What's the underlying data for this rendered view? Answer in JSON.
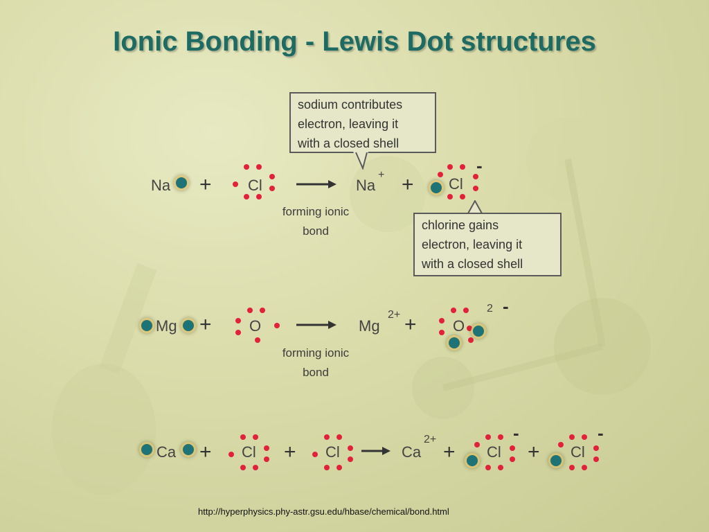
{
  "title": "Ionic Bonding - Lewis Dot structures",
  "callouts": {
    "sodium": [
      "sodium contributes",
      "electron, leaving it",
      "with a closed shell"
    ],
    "chlorine": [
      "chlorine gains",
      "electron, leaving it",
      "with a closed shell"
    ]
  },
  "labels": {
    "forming_bond_line1": "forming ionic",
    "forming_bond_line2": "bond"
  },
  "symbols": {
    "na": "Na",
    "cl": "Cl",
    "mg": "Mg",
    "o": "O",
    "ca": "Ca",
    "plus": "+",
    "minus": "-"
  },
  "charges": {
    "plus_one": "+",
    "two_plus": "2+",
    "two": "2"
  },
  "source_url": "http://hyperphysics.phy-astr.gsu.edu/hbase/chemical/bond.html",
  "colors": {
    "title": "#1d6b63",
    "electron_dot": "#e2213a",
    "transferred_electron": "#1e7377"
  }
}
